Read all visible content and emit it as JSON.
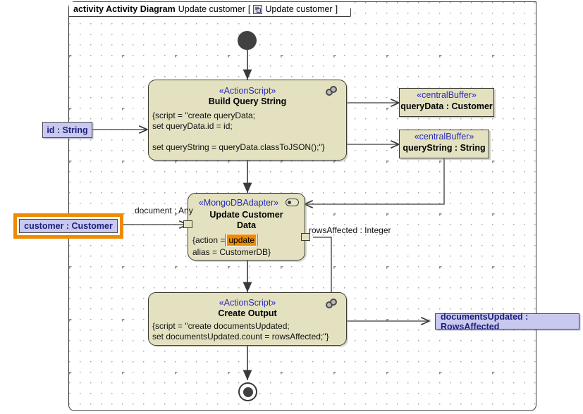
{
  "frame": {
    "keyword": "activity Activity Diagram",
    "name": "Update customer",
    "bracket_open": "[",
    "icon": "activity-diagram-icon",
    "qualified_name": "Update customer",
    "bracket_close": "]"
  },
  "colors": {
    "action_fill": "#e3e1c0",
    "action_border": "#3b3b33",
    "stereotype_text": "#2b2bbd",
    "parameter_fill": "#c9c9f0",
    "parameter_text": "#20207a",
    "selection_orange": "#ef8b00",
    "canvas": "#ffffff"
  },
  "nodes": {
    "initial": {
      "name": "initial-node"
    },
    "final": {
      "name": "activity-final-node"
    },
    "build_query": {
      "stereotype": "«ActionScript»",
      "title": "Build Query String",
      "body": "{script = \"create queryData;\nset queryData.id = id;\n\nset queryString = queryData.classToJSON();\"}",
      "icon": "script-icon"
    },
    "update_customer": {
      "stereotype": "«MongoDBAdapter»",
      "title_line1": "Update Customer",
      "title_line2": "Data",
      "body_prefix": "{action = ",
      "body_highlight": "update",
      "body_suffix": "",
      "body_line2": "alias = CustomerDB}",
      "icon": "adapter-icon"
    },
    "create_output": {
      "stereotype": "«ActionScript»",
      "title": "Create Output",
      "body": "{script = \"create documentsUpdated;\nset documentsUpdated.count = rowsAffected;\"}",
      "icon": "script-icon"
    }
  },
  "buffers": [
    {
      "stereotype": "«centralBuffer»",
      "name": "queryData : Customer"
    },
    {
      "stereotype": "«centralBuffer»",
      "name": "queryString : String"
    }
  ],
  "parameters": {
    "id_param": {
      "label": "id : String",
      "selected": false
    },
    "customer_param": {
      "label": "customer : Customer",
      "selected": true
    },
    "documents_updated_param": {
      "label": "documentsUpdated : RowsAffected",
      "selected": false
    }
  },
  "pin_labels": {
    "document_in": "document : Any",
    "rows_affected_out": "rowsAffected : Integer"
  }
}
